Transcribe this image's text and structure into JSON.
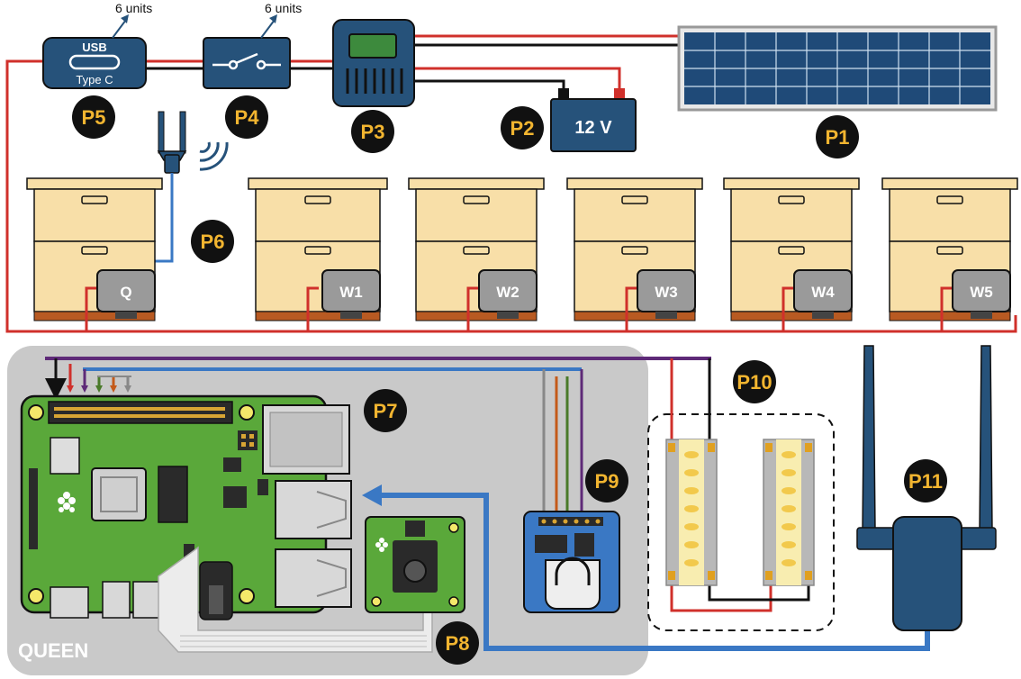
{
  "components": {
    "solar_panel": {
      "id": "P1"
    },
    "battery": {
      "id": "P2",
      "text": "12 V"
    },
    "charge_controller": {
      "id": "P3"
    },
    "switch": {
      "id": "P4",
      "note": "6 units"
    },
    "usb_port": {
      "id": "P5",
      "text_top": "USB",
      "text_bottom": "Type C",
      "note": "6 units"
    },
    "antenna": {
      "id": "P6"
    },
    "raspberry_pi": {
      "id": "P7"
    },
    "camera": {
      "id": "P8"
    },
    "rtc_module": {
      "id": "P9"
    },
    "led_strips": {
      "id": "P10"
    },
    "wifi_extender": {
      "id": "P11"
    }
  },
  "hives": [
    {
      "label": "Q"
    },
    {
      "label": "W1"
    },
    {
      "label": "W2"
    },
    {
      "label": "W3"
    },
    {
      "label": "W4"
    },
    {
      "label": "W5"
    }
  ],
  "queen_label": "QUEEN",
  "colors": {
    "wire_red": "#d0302b",
    "wire_black": "#111111",
    "wire_blue": "#3a78c4",
    "wire_purple": "#5e2a78",
    "device_blue": "#26527a",
    "label_badge": "#111111",
    "label_text": "#f2b530",
    "hive_wood": "#f8dfa8",
    "hive_base": "#b85a22",
    "board_green": "#5aa83a",
    "enclosure_gray": "#c9c9c9"
  }
}
